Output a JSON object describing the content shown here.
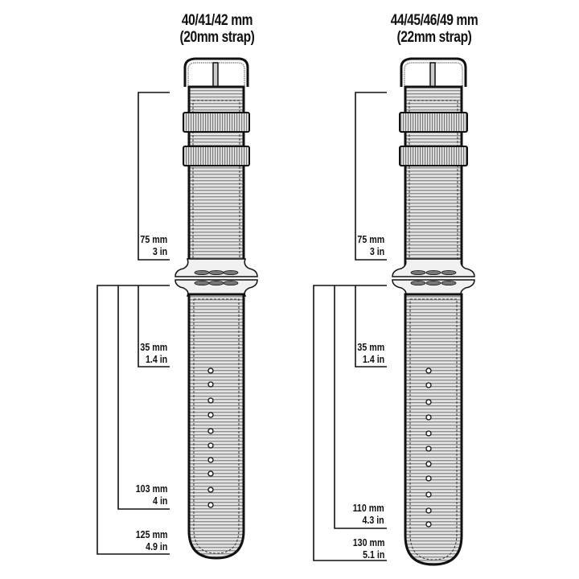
{
  "straps": [
    {
      "id": "small",
      "title_line1": "40/41/42 mm",
      "title_line2": "(20mm strap)",
      "top_length": {
        "mm": "75 mm",
        "in": "3 in"
      },
      "lower_lengths": [
        {
          "mm": "35 mm",
          "in": "1.4 in"
        },
        {
          "mm": "103 mm",
          "in": "4 in"
        },
        {
          "mm": "125 mm",
          "in": "4.9 in"
        }
      ],
      "hole_count": 10
    },
    {
      "id": "large",
      "title_line1": "44/45/46/49 mm",
      "title_line2": "(22mm strap)",
      "top_length": {
        "mm": "75 mm",
        "in": "3 in"
      },
      "lower_lengths": [
        {
          "mm": "35 mm",
          "in": "1.4 in"
        },
        {
          "mm": "110 mm",
          "in": "4.3 in"
        },
        {
          "mm": "130 mm",
          "in": "5.1 in"
        }
      ],
      "hole_count": 11
    }
  ],
  "colors": {
    "line": "#111111",
    "strap_fill": "#d9d9d9",
    "stripe": "#9a9a9a",
    "background": "#ffffff"
  }
}
